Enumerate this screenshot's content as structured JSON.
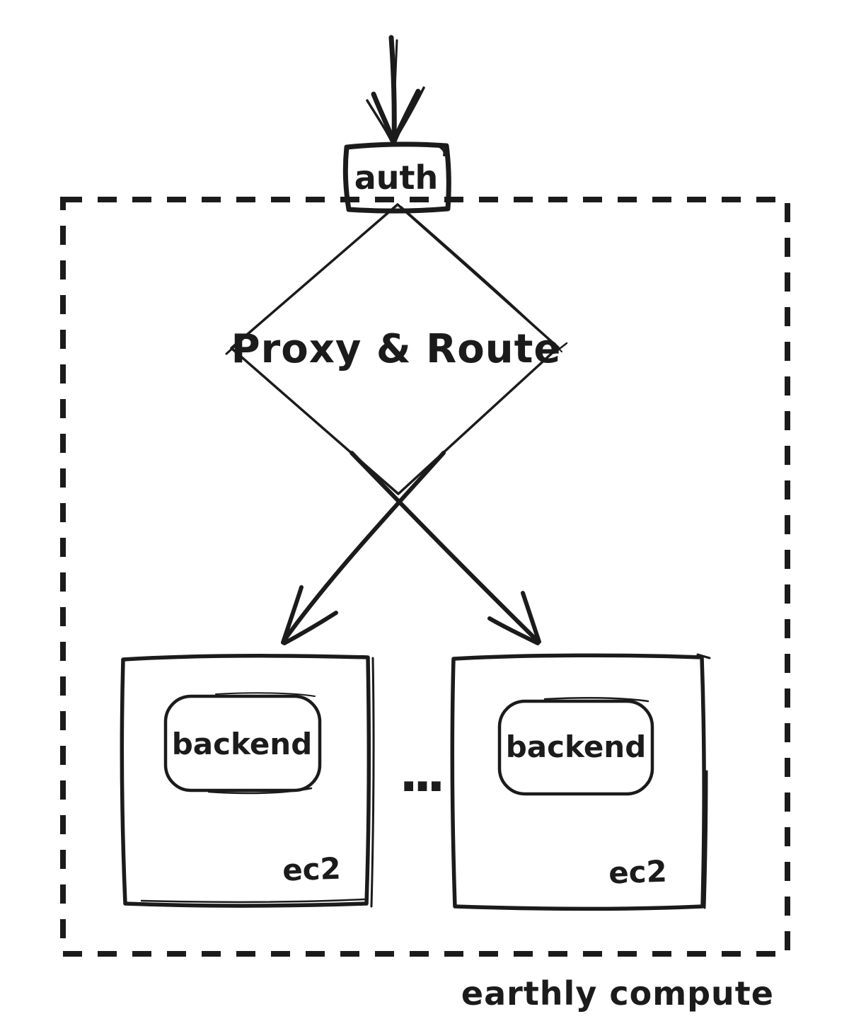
{
  "colors": {
    "stroke": "#1b1b1b",
    "background": "#ffffff"
  },
  "diagram": {
    "entry_node": {
      "label": "auth"
    },
    "router_node": {
      "label": "Proxy & Route"
    },
    "instances": [
      {
        "service_label": "backend",
        "host_label": "ec2"
      },
      {
        "service_label": "backend",
        "host_label": "ec2"
      }
    ],
    "ellipsis": "...",
    "boundary": {
      "label": "earthly compute"
    }
  }
}
